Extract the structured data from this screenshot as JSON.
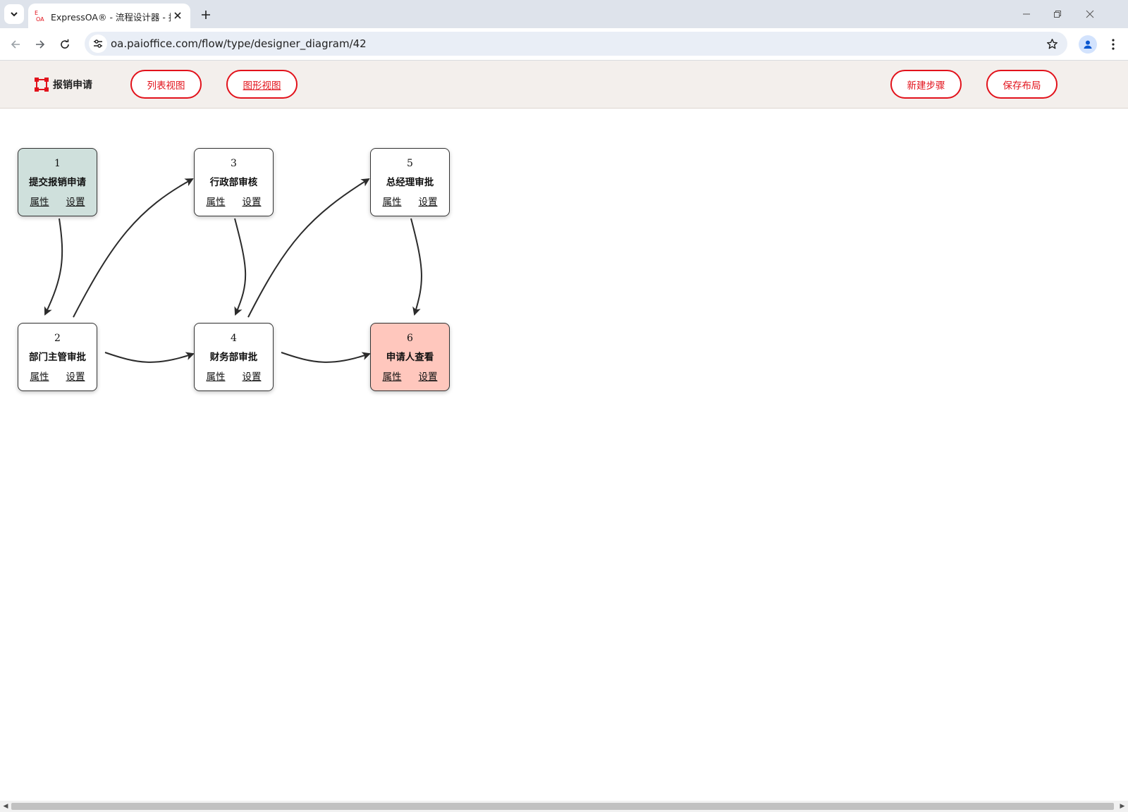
{
  "browser": {
    "tab_title": "ExpressOA® - 流程设计器 - 报",
    "url": "oa.paioffice.com/flow/type/designer_diagram/42"
  },
  "app": {
    "title": "报销申请",
    "buttons": {
      "list_view": "列表视图",
      "diagram_view": "图形视图",
      "new_step": "新建步骤",
      "save_layout": "保存布局"
    }
  },
  "colors": {
    "accent": "#e2121b",
    "start_node": "#cfe0dc",
    "end_node": "#ffc7bd",
    "normal_node": "#ffffff"
  },
  "nodes": [
    {
      "id": "1",
      "name": "提交报销申请",
      "prop": "属性",
      "set": "设置",
      "kind": "start"
    },
    {
      "id": "2",
      "name": "部门主管审批",
      "prop": "属性",
      "set": "设置",
      "kind": "normal"
    },
    {
      "id": "3",
      "name": "行政部审核",
      "prop": "属性",
      "set": "设置",
      "kind": "normal"
    },
    {
      "id": "4",
      "name": "财务部审批",
      "prop": "属性",
      "set": "设置",
      "kind": "normal"
    },
    {
      "id": "5",
      "name": "总经理审批",
      "prop": "属性",
      "set": "设置",
      "kind": "normal"
    },
    {
      "id": "6",
      "name": "申请人查看",
      "prop": "属性",
      "set": "设置",
      "kind": "end"
    }
  ],
  "edges": [
    {
      "from": "1",
      "to": "2"
    },
    {
      "from": "2",
      "to": "3"
    },
    {
      "from": "2",
      "to": "4"
    },
    {
      "from": "3",
      "to": "4"
    },
    {
      "from": "4",
      "to": "5"
    },
    {
      "from": "4",
      "to": "6"
    },
    {
      "from": "5",
      "to": "6"
    }
  ]
}
